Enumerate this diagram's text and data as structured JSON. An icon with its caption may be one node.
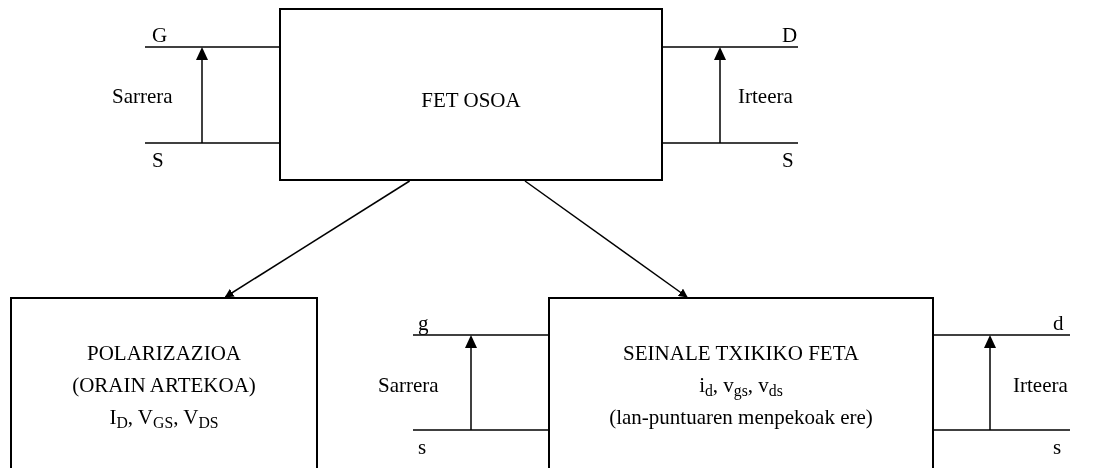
{
  "diagram": {
    "nodes": [
      {
        "text": [
          "FET OSOA"
        ]
      },
      {
        "text": [
          "POLARIZAZIOA (ORAIN ARTEKOA)",
          "I$_{D}$, V$_{GS}$, V$_{DS}$"
        ]
      },
      {
        "text": [
          "SEINALE TXIKIKO FETA",
          "i$_{d}$, v$_{gs}$, v$_{ds}$",
          "(lan-puntuaren menpekoak ere)"
        ]
      }
    ],
    "edges": [
      {
        "from": 0,
        "to": 1,
        "arrow": "to"
      },
      {
        "from": 0,
        "to": 2,
        "arrow": "to"
      }
    ],
    "labels": [
      "G",
      "D",
      "Sarrera",
      "Irteera",
      "S",
      "S",
      "g",
      "d",
      "Sarrera",
      "Irteera",
      "s",
      "s"
    ]
  }
}
